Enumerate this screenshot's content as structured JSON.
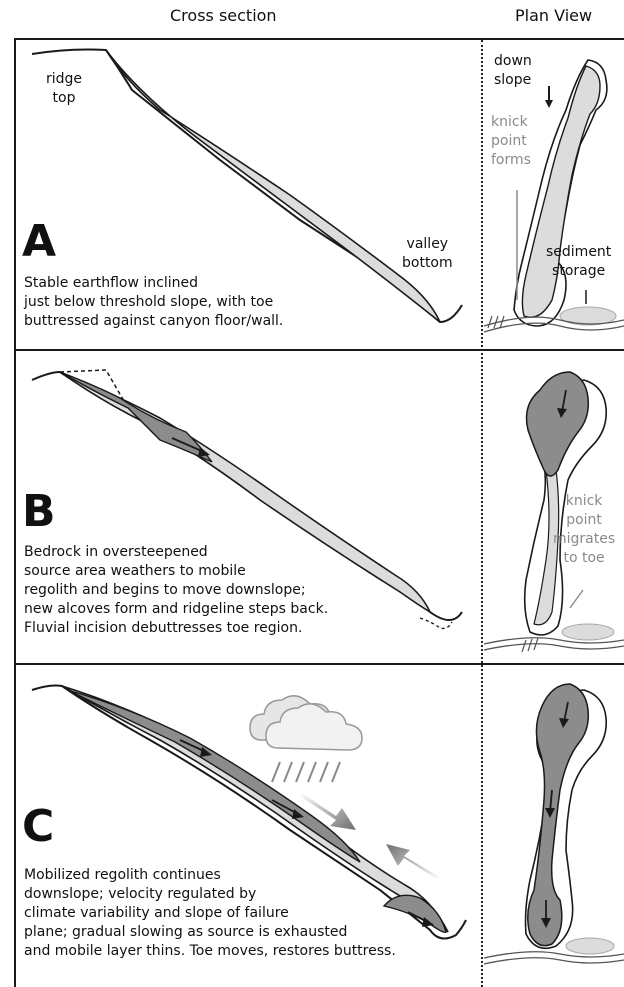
{
  "headers": {
    "cross_section": "Cross section",
    "plan_view": "Plan View"
  },
  "panel_a": {
    "letter": "A",
    "ridge_top": [
      "ridge",
      "top"
    ],
    "valley_bottom": [
      "valley",
      "bottom"
    ],
    "down_slope": [
      "down",
      "slope"
    ],
    "knick_point_forms": [
      "knick",
      "point",
      "forms"
    ],
    "sediment_storage": [
      "sediment",
      "storage"
    ],
    "caption": [
      "Stable earthflow inclined",
      "just below threshold slope, with toe",
      "buttressed against canyon floor/wall."
    ]
  },
  "panel_b": {
    "letter": "B",
    "knick_point_migrates": [
      "knick",
      "point",
      "migrates",
      "to toe"
    ],
    "caption": [
      "Bedrock in oversteepened",
      "source area weathers to mobile",
      "regolith and begins to move downslope;",
      "new alcoves form and ridgeline steps back.",
      "Fluvial incision debuttresses toe region."
    ]
  },
  "panel_c": {
    "letter": "C",
    "caption": [
      "Mobilized regolith continues",
      "downslope; velocity regulated by",
      "climate variability and slope of failure",
      "plane; gradual slowing as source is exhausted",
      "and mobile layer thins.  Toe moves, restores buttress."
    ]
  },
  "colors": {
    "light_fill": "#dcdcdc",
    "dark_fill": "#8c8c8c",
    "stroke": "#1a1a1a",
    "gray_text": "#8a8a8a"
  }
}
